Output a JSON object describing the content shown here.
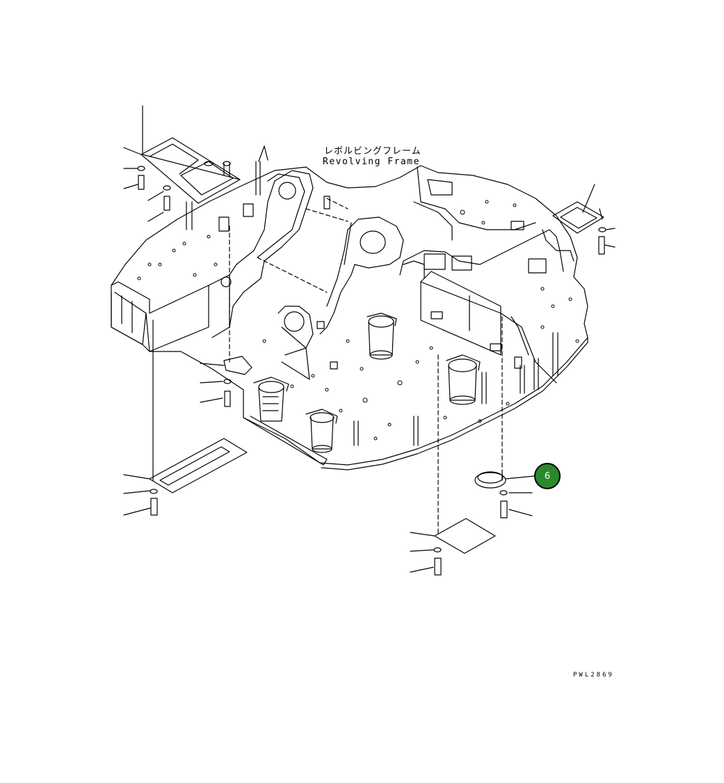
{
  "diagram": {
    "title_jp": "レボルビングフレーム",
    "title_en": "Revolving Frame",
    "drawing_code": "PWL2869"
  },
  "callouts": [
    {
      "number": "6",
      "color": "#2a8a2a"
    }
  ],
  "colors": {
    "line": "#000000",
    "background": "#ffffff",
    "callout_fill": "#2a8a2a"
  }
}
